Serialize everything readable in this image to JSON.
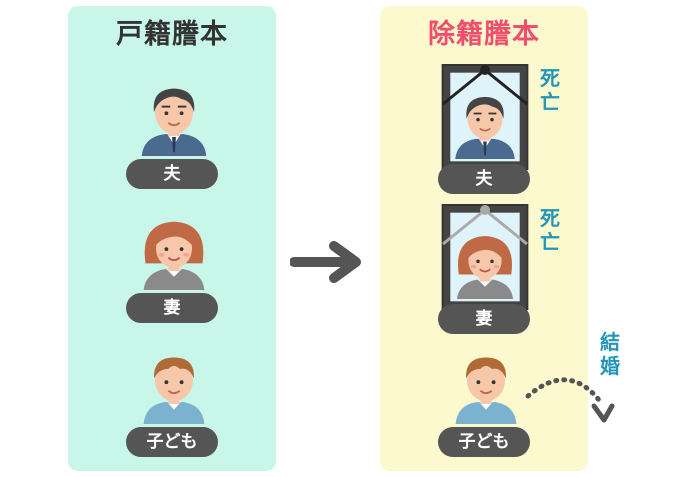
{
  "left_panel": {
    "title": "戸籍謄本",
    "members": [
      {
        "label": "夫"
      },
      {
        "label": "妻"
      },
      {
        "label": "子ども"
      }
    ]
  },
  "right_panel": {
    "title": "除籍謄本",
    "members": [
      {
        "label": "夫",
        "status": "死亡"
      },
      {
        "label": "妻",
        "status": "死亡"
      },
      {
        "label": "子ども",
        "status": "結婚"
      }
    ]
  },
  "colors": {
    "left_bg": "#c8f7ea",
    "right_bg": "#fdf9cf",
    "title_right": "#ef4e6d",
    "status_text": "#2196b8",
    "label_bg": "#555555",
    "arrow": "#555555"
  },
  "icons": {
    "transition": "right-arrow-icon",
    "marriage": "dotted-curved-arrow-icon"
  }
}
